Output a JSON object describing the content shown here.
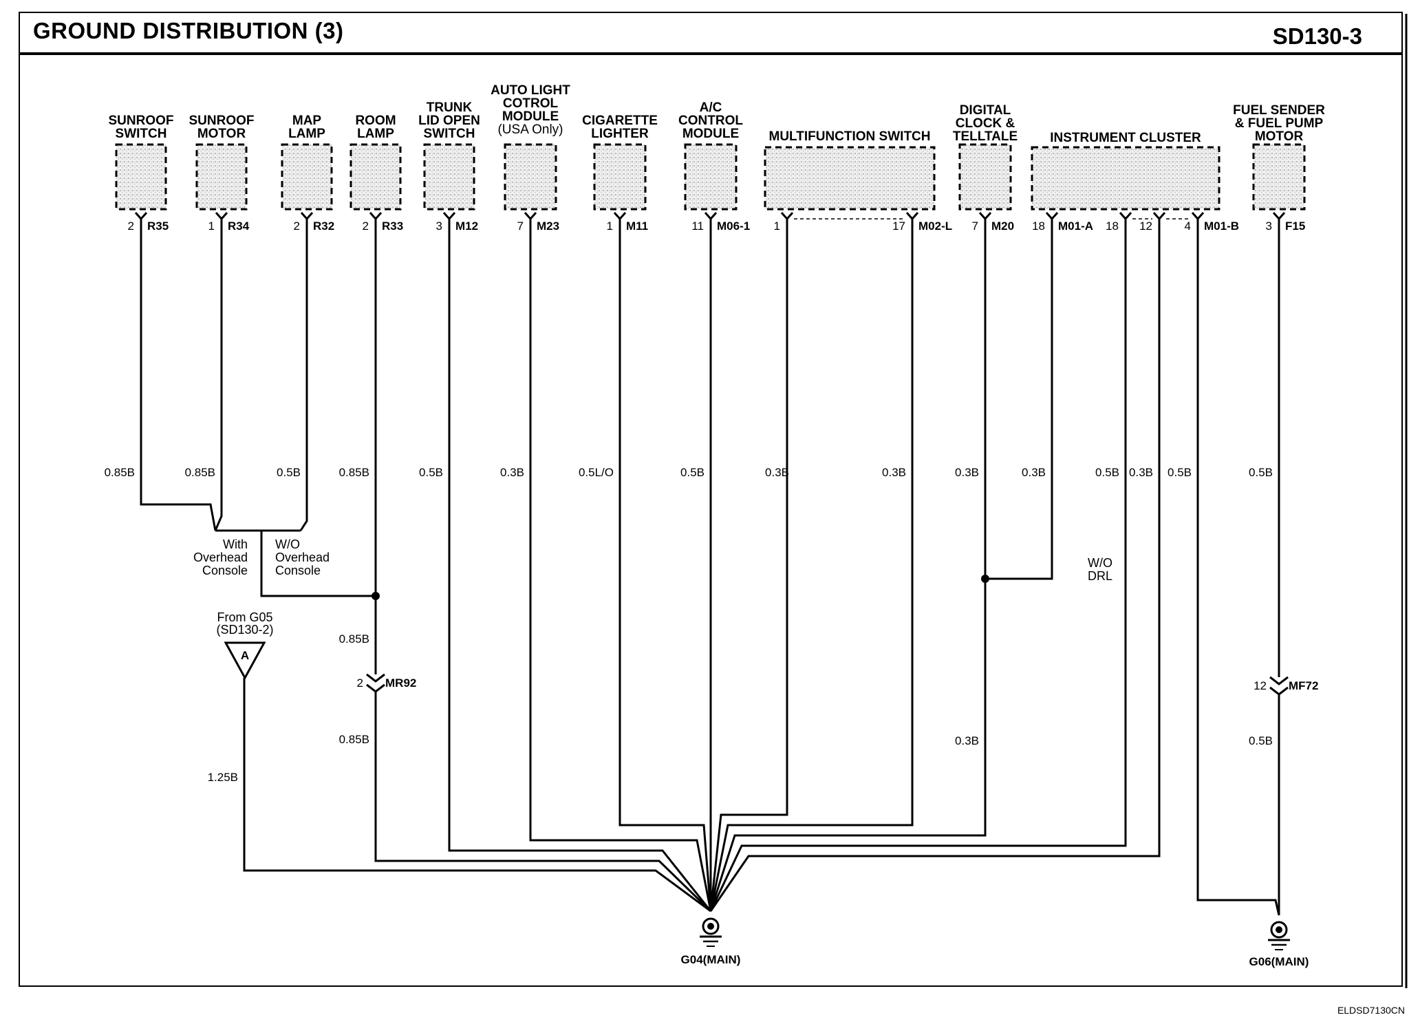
{
  "header": {
    "title": "GROUND DISTRIBUTION (3)",
    "code": "SD130-3"
  },
  "footer": {
    "code": "ELDSD7130CN"
  },
  "components": [
    {
      "id": "sunroof-switch",
      "label": [
        "SUNROOF",
        "SWITCH"
      ],
      "pin": "2",
      "connector": "R35"
    },
    {
      "id": "sunroof-motor",
      "label": [
        "SUNROOF",
        "MOTOR"
      ],
      "pin": "1",
      "connector": "R34"
    },
    {
      "id": "map-lamp",
      "label": [
        "MAP",
        "LAMP"
      ],
      "pin": "2",
      "connector": "R32"
    },
    {
      "id": "room-lamp",
      "label": [
        "ROOM",
        "LAMP"
      ],
      "pin": "2",
      "connector": "R33"
    },
    {
      "id": "trunk-lid-open-switch",
      "label": [
        "TRUNK",
        "LID OPEN",
        "SWITCH"
      ],
      "pin": "3",
      "connector": "M12"
    },
    {
      "id": "auto-light-control-module",
      "label": [
        "AUTO LIGHT",
        "COTROL",
        "MODULE",
        "(USA Only)"
      ],
      "pin": "7",
      "connector": "M23"
    },
    {
      "id": "cigarette-lighter",
      "label": [
        "CIGARETTE",
        "LIGHTER"
      ],
      "pin": "1",
      "connector": "M11"
    },
    {
      "id": "ac-control-module",
      "label": [
        "A/C",
        "CONTROL",
        "MODULE"
      ],
      "pin": "11",
      "connector": "M06-1"
    },
    {
      "id": "multifunction-switch",
      "label": [
        "MULTIFUNCTION SWITCH"
      ],
      "pins": [
        "1",
        "17"
      ],
      "connector": "M02-L"
    },
    {
      "id": "digital-clock-telltale",
      "label": [
        "DIGITAL",
        "CLOCK &",
        "TELLTALE"
      ],
      "pin": "7",
      "connector": "M20"
    },
    {
      "id": "instrument-cluster",
      "label": [
        "INSTRUMENT CLUSTER"
      ],
      "pins_a": [
        "18"
      ],
      "connector_a": "M01-A",
      "pins_b": [
        "18",
        "12",
        "4"
      ],
      "connector_b": "M01-B"
    },
    {
      "id": "fuel-sender-pump-motor",
      "label": [
        "FUEL SENDER",
        "& FUEL PUMP",
        "MOTOR"
      ],
      "pin": "3",
      "connector": "F15"
    }
  ],
  "wire_labels": {
    "r35": "0.85B",
    "r34": "0.85B",
    "r32": "0.5B",
    "r33": "0.85B",
    "m12": "0.5B",
    "m23": "0.3B",
    "m11": "0.5L/O",
    "m06": "0.5B",
    "m02a": "0.3B",
    "m02b": "0.3B",
    "m20": "0.3B",
    "m01a": "0.3B",
    "m01b18": "0.5B",
    "m01b12": "0.3B",
    "m01b4": "0.5B",
    "f15": "0.5B",
    "room_lower1": "0.85B",
    "room_lower2": "0.85B",
    "g05": "1.25B",
    "clock_lower": "0.3B",
    "fuel_lower": "0.5B"
  },
  "notes": {
    "with_overhead": [
      "With",
      "Overhead",
      "Console"
    ],
    "wo_overhead": [
      "W/O",
      "Overhead",
      "Console"
    ],
    "wo_drl": [
      "W/O",
      "DRL"
    ],
    "from_g05": [
      "From G05",
      "(SD130-2)"
    ],
    "ref_letter": "A"
  },
  "inline_connectors": [
    {
      "id": "mr92",
      "pin": "2",
      "name": "MR92"
    },
    {
      "id": "mf72",
      "pin": "12",
      "name": "MF72"
    }
  ],
  "grounds": [
    {
      "id": "g04",
      "label": "G04(MAIN)"
    },
    {
      "id": "g06",
      "label": "G06(MAIN)"
    }
  ]
}
